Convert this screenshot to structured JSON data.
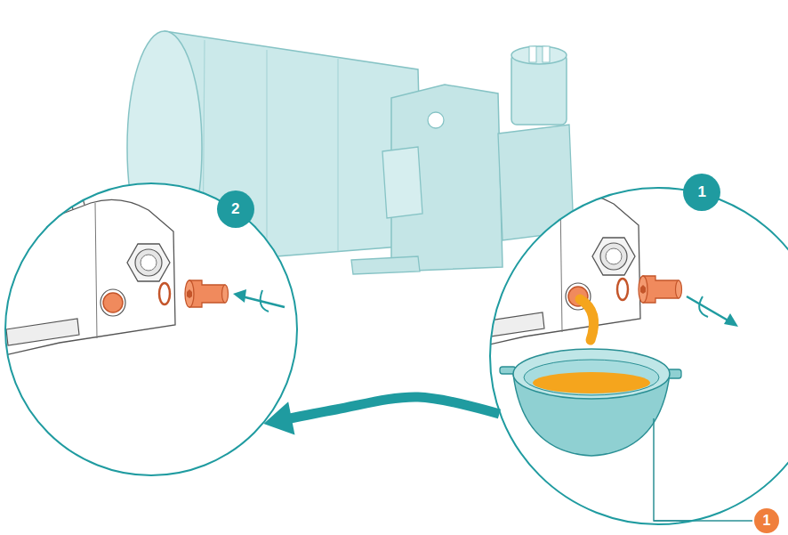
{
  "diagram": {
    "nodes": [
      {
        "text": [
          "1"
        ]
      },
      {
        "text": [
          "2"
        ]
      }
    ],
    "edges": [
      {
        "from": 0,
        "to": 1,
        "arrow": "to"
      }
    ],
    "labels": [
      "1"
    ]
  }
}
